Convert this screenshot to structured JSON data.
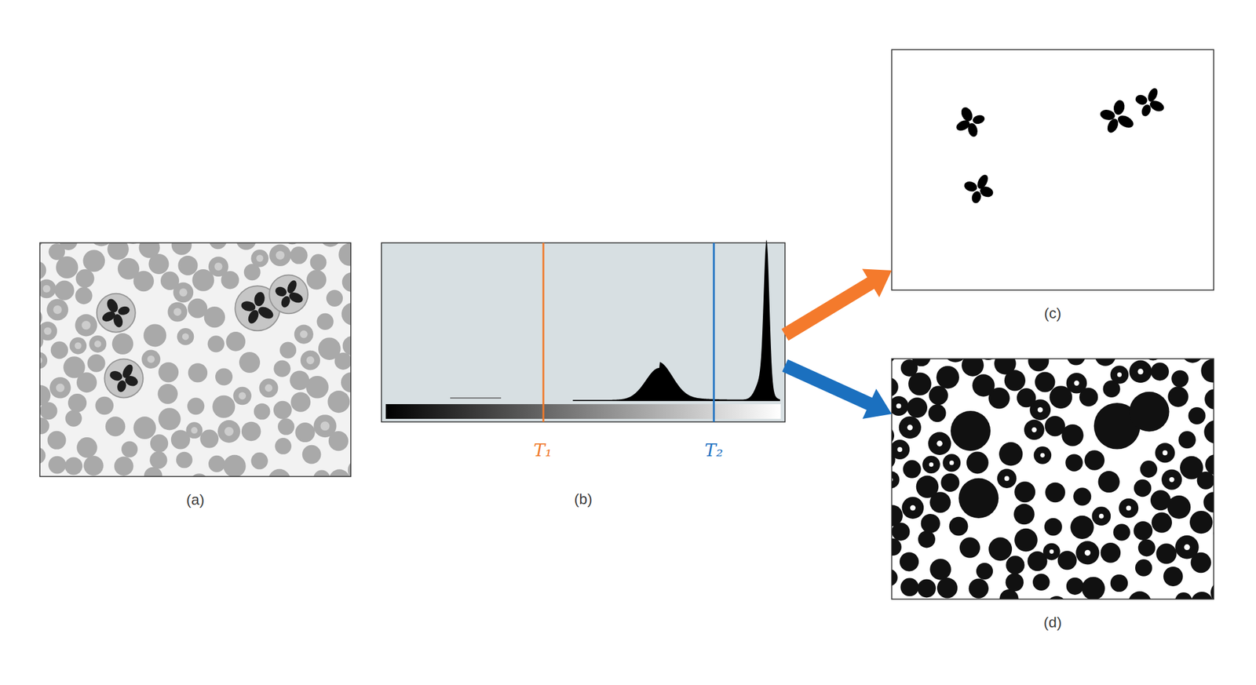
{
  "diagram": {
    "nodes": [
      {
        "text": [
          "(a)"
        ]
      },
      {
        "text": [
          "(b)"
        ]
      },
      {
        "text": [
          "(c)"
        ]
      },
      {
        "text": [
          "(d)"
        ]
      }
    ],
    "edges": [
      {
        "from": 1,
        "to": 2,
        "arrow": "to"
      },
      {
        "from": 1,
        "to": 3,
        "arrow": "to"
      }
    ],
    "labels": [
      "T₁",
      "T₂"
    ]
  }
}
